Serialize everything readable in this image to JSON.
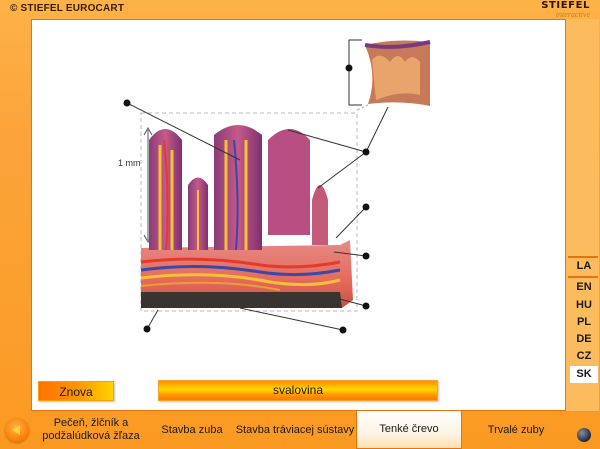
{
  "header": {
    "copyright_label": "© STIEFEL EUROCART",
    "brand_name": "STIEFEL",
    "brand_sub": "interactive"
  },
  "diagram": {
    "scale_label": "1 mm",
    "subject": "small intestine wall cross-section (villi)",
    "label_markers": 8
  },
  "controls": {
    "reset_label": "Znova",
    "answer_text": "svalovina"
  },
  "languages": [
    "LA",
    "EN",
    "HU",
    "PL",
    "DE",
    "CZ",
    "SK"
  ],
  "selected_language": "SK",
  "nav": {
    "back_icon": "arrow-left-icon",
    "items": [
      {
        "label": "Pečeň, žlčník a podžalúdková žľaza",
        "active": false
      },
      {
        "label": "Stavba zuba",
        "active": false
      },
      {
        "label": "Stavba tráviacej sústavy",
        "active": false
      },
      {
        "label": "Tenké črevo",
        "active": true
      },
      {
        "label": "Trvalé zuby",
        "active": false
      }
    ],
    "menu_icon": "sphere-icon"
  },
  "colors": {
    "frame": "#fb9a1e",
    "accent_border": "#e8730b",
    "button_start": "#ff7200",
    "button_end": "#ffd200"
  }
}
